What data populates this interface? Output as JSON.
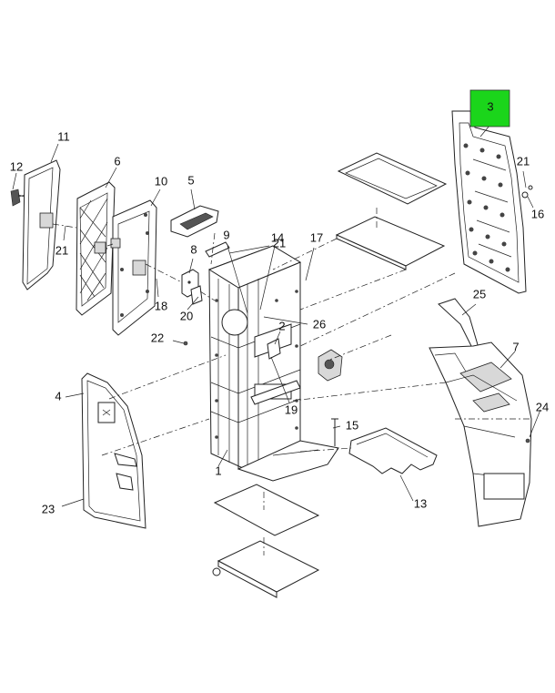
{
  "diagram": {
    "highlight_color": "#1bd51b",
    "callouts": [
      {
        "id": "c3",
        "text": "3",
        "highlighted": true
      },
      {
        "id": "c11",
        "text": "11"
      },
      {
        "id": "c12",
        "text": "12"
      },
      {
        "id": "c6",
        "text": "6"
      },
      {
        "id": "c10",
        "text": "10"
      },
      {
        "id": "c5",
        "text": "5"
      },
      {
        "id": "c21a",
        "text": "21"
      },
      {
        "id": "c21b",
        "text": "21"
      },
      {
        "id": "c21c",
        "text": "21"
      },
      {
        "id": "c16",
        "text": "16"
      },
      {
        "id": "c9",
        "text": "9"
      },
      {
        "id": "c14",
        "text": "14"
      },
      {
        "id": "c17",
        "text": "17"
      },
      {
        "id": "c8",
        "text": "8"
      },
      {
        "id": "c18",
        "text": "18"
      },
      {
        "id": "c20",
        "text": "20"
      },
      {
        "id": "c26",
        "text": "26"
      },
      {
        "id": "c25",
        "text": "25"
      },
      {
        "id": "c2",
        "text": "2"
      },
      {
        "id": "c22",
        "text": "22"
      },
      {
        "id": "c7",
        "text": "7"
      },
      {
        "id": "c4",
        "text": "4"
      },
      {
        "id": "c19",
        "text": "19"
      },
      {
        "id": "c24",
        "text": "24"
      },
      {
        "id": "c15",
        "text": "15"
      },
      {
        "id": "c1",
        "text": "1"
      },
      {
        "id": "c23",
        "text": "23"
      },
      {
        "id": "c13",
        "text": "13"
      }
    ]
  }
}
